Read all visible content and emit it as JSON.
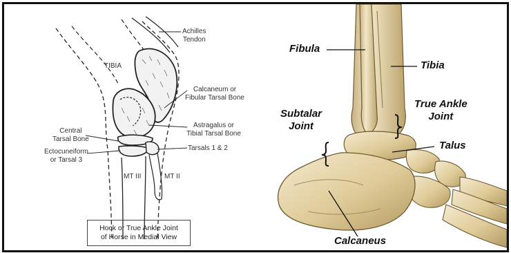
{
  "horse_diagram": {
    "labels": {
      "achilles": "Achilles\nTendon",
      "tibia": "TIBIA",
      "calcaneum": "Calcaneum or\nFibular Tarsal Bone",
      "astragalus": "Astragalus or\nTibial Tarsal Bone",
      "central_tarsal": "Central\nTarsal Bone",
      "ectocuneiform": "Ectocuneiform\nor Tarsal 3",
      "tarsals": "Tarsals 1 & 2",
      "mt3": "MT III",
      "mt2": "MT II"
    },
    "caption": "Hock or True Ankle Joint\nof Horse in Medial View"
  },
  "human_diagram": {
    "labels": {
      "fibula": "Fibula",
      "tibia": "Tibia",
      "true_ankle": "True Ankle\nJoint",
      "subtalar": "Subtalar\nJoint",
      "talus": "Talus",
      "calcaneus": "Calcaneus"
    }
  },
  "colors": {
    "bone_light": "#efe3c0",
    "bone_mid": "#d9c48f",
    "bone_dark": "#9e8551",
    "outline": "#222222",
    "border": "#111111"
  }
}
